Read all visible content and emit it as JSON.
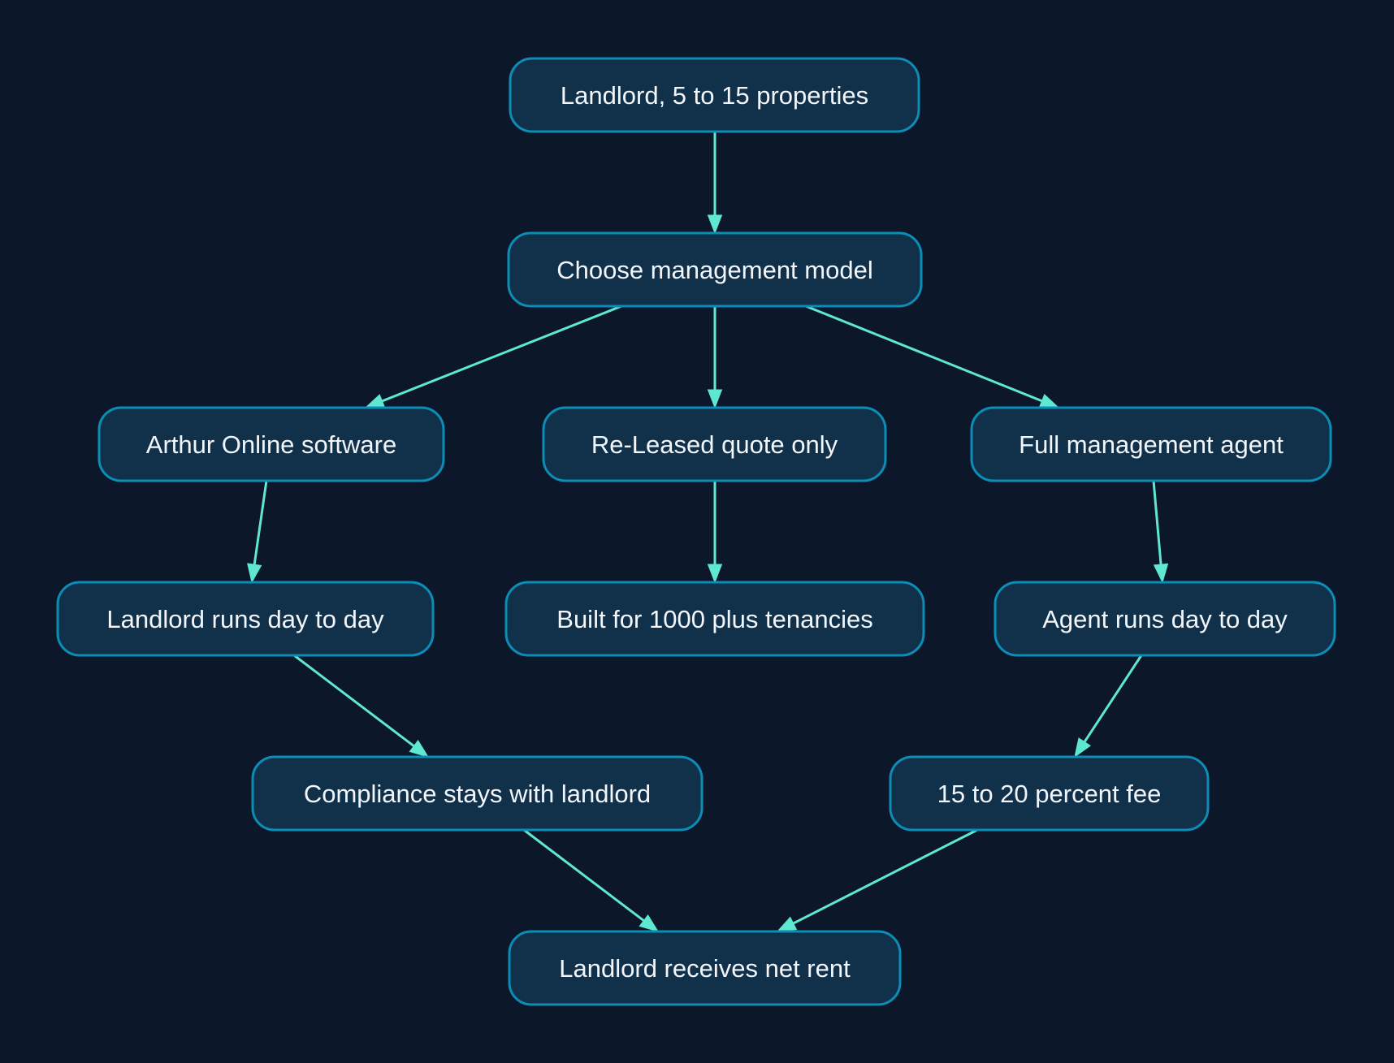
{
  "diagram": {
    "nodes": [
      {
        "id": "start",
        "label": "Landlord, 5 to 15 properties"
      },
      {
        "id": "choose",
        "label": "Choose management model"
      },
      {
        "id": "arthur",
        "label": "Arthur Online software"
      },
      {
        "id": "released",
        "label": "Re-Leased quote only"
      },
      {
        "id": "fullagent",
        "label": "Full management agent"
      },
      {
        "id": "landlordruns",
        "label": "Landlord runs day to day"
      },
      {
        "id": "built",
        "label": "Built for 1000 plus tenancies"
      },
      {
        "id": "agentruns",
        "label": "Agent runs day to day"
      },
      {
        "id": "compliance",
        "label": "Compliance stays with landlord"
      },
      {
        "id": "fee",
        "label": "15 to 20 percent fee"
      },
      {
        "id": "netrent",
        "label": "Landlord receives net rent"
      }
    ],
    "edges": [
      {
        "from": "start",
        "to": "choose"
      },
      {
        "from": "choose",
        "to": "arthur"
      },
      {
        "from": "choose",
        "to": "released"
      },
      {
        "from": "choose",
        "to": "fullagent"
      },
      {
        "from": "arthur",
        "to": "landlordruns"
      },
      {
        "from": "released",
        "to": "built"
      },
      {
        "from": "fullagent",
        "to": "agentruns"
      },
      {
        "from": "landlordruns",
        "to": "compliance"
      },
      {
        "from": "agentruns",
        "to": "fee"
      },
      {
        "from": "compliance",
        "to": "netrent"
      },
      {
        "from": "fee",
        "to": "netrent"
      }
    ],
    "colors": {
      "background": "#0d172a",
      "node_fill": "#11304a",
      "node_border": "#0c8db6",
      "edge": "#5ee8d2",
      "text": "#f2f6fa"
    }
  }
}
